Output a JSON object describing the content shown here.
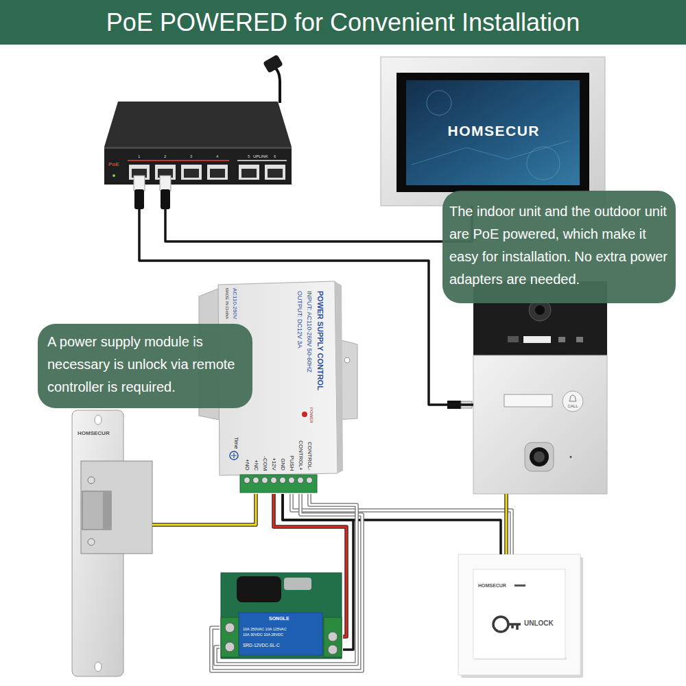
{
  "diagram": {
    "title": "PoE POWERED for Convenient Installation",
    "nodes": [
      {
        "text": [
          "PoE",
          "1",
          "2",
          "3",
          "4",
          "UPLINK",
          "5",
          "6"
        ]
      },
      {
        "text": [
          "HOMSECUR"
        ]
      },
      {
        "text": [
          "The indoor unit and the outdoor unit are PoE powered, which make it easy for installation. No extra power adapters are needed."
        ]
      },
      {
        "text": [
          "CALL"
        ]
      },
      {
        "text": [
          "POWER SUPPLY CONTROL",
          "INPUT: AC110-260V 50-60HZ",
          "OUTPUT: DC12V 3A",
          "AC110-260V",
          "MADE IN CHINA",
          "POWER",
          "Time",
          "+NO",
          "+NC",
          "-COM",
          "+12V",
          "GND",
          "PUSH",
          "CONTROL+",
          "CONTROL-"
        ]
      },
      {
        "text": [
          "A power supply module is necessary is unlock via remote controller is required."
        ]
      },
      {
        "text": [
          "HOMSECUR"
        ]
      },
      {
        "text": [
          "SONGLE",
          "10A 250VAC 10A 125VAC",
          "10A 30VDC 10A 28VDC",
          "SRD-12VDC-SL-C"
        ]
      },
      {
        "text": [
          "HOMSECUR",
          "UNLOCK"
        ]
      }
    ],
    "edges": [
      {
        "from": 0,
        "to": 1,
        "arrow": "none"
      },
      {
        "from": 0,
        "to": 3,
        "arrow": "none"
      },
      {
        "from": 4,
        "to": 6,
        "arrow": "none"
      },
      {
        "from": 4,
        "to": 7,
        "arrow": "none"
      },
      {
        "from": 4,
        "to": 7,
        "arrow": "none"
      },
      {
        "from": 4,
        "to": 8,
        "arrow": "none"
      },
      {
        "from": 4,
        "to": 8,
        "arrow": "none"
      },
      {
        "from": 4,
        "to": 7,
        "arrow": "none"
      },
      {
        "from": 4,
        "to": 7,
        "arrow": "none"
      },
      {
        "from": 3,
        "to": 8,
        "arrow": "none"
      }
    ]
  }
}
